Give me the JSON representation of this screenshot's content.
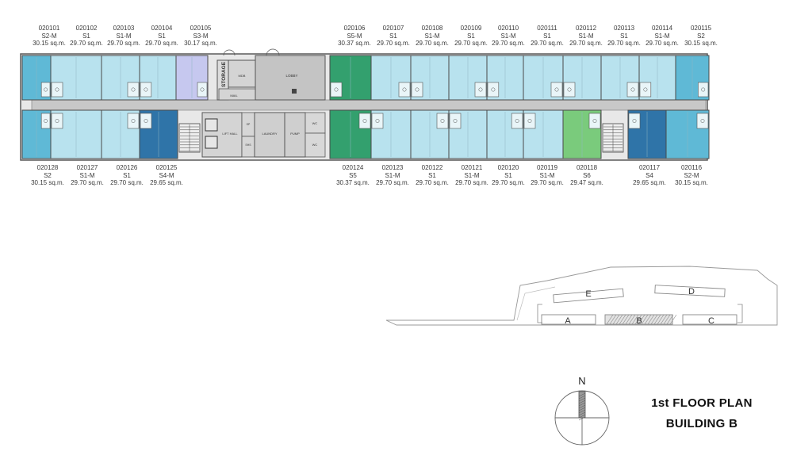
{
  "colors": {
    "S1": "#b8e2ee",
    "S2": "#5fb9d6",
    "S4": "#2f74a8",
    "S5": "#33a06e",
    "S6": "#7acb7c",
    "S3": "#c6c8ef",
    "wall": "#5a5a5a",
    "corridor": "#c8c8c8",
    "service": "#cfcfcf"
  },
  "top_units": [
    {
      "code": "020101",
      "type": "S2-M",
      "area": "30.15 sq.m."
    },
    {
      "code": "020102",
      "type": "S1",
      "area": "29.70 sq.m."
    },
    {
      "code": "020103",
      "type": "S1-M",
      "area": "29.70 sq.m."
    },
    {
      "code": "020104",
      "type": "S1",
      "area": "29.70 sq.m."
    },
    {
      "code": "020105",
      "type": "S3-M",
      "area": "30.17 sq.m."
    },
    {
      "code": "020106",
      "type": "S5-M",
      "area": "30.37 sq.m."
    },
    {
      "code": "020107",
      "type": "S1",
      "area": "29.70 sq.m."
    },
    {
      "code": "020108",
      "type": "S1-M",
      "area": "29.70 sq.m."
    },
    {
      "code": "020109",
      "type": "S1",
      "area": "29.70 sq.m."
    },
    {
      "code": "020110",
      "type": "S1-M",
      "area": "29.70 sq.m."
    },
    {
      "code": "020111",
      "type": "S1",
      "area": "29.70 sq.m."
    },
    {
      "code": "020112",
      "type": "S1-M",
      "area": "29.70 sq.m."
    },
    {
      "code": "020113",
      "type": "S1",
      "area": "29.70 sq.m."
    },
    {
      "code": "020114",
      "type": "S1-M",
      "area": "29.70 sq.m."
    },
    {
      "code": "020115",
      "type": "S2",
      "area": "30.15 sq.m."
    }
  ],
  "bottom_units": [
    {
      "code": "020128",
      "type": "S2",
      "area": "30.15 sq.m."
    },
    {
      "code": "020127",
      "type": "S1-M",
      "area": "29.70 sq.m."
    },
    {
      "code": "020126",
      "type": "S1",
      "area": "29.70 sq.m."
    },
    {
      "code": "020125",
      "type": "S4-M",
      "area": "29.65 sq.m."
    },
    {
      "code": "020124",
      "type": "S5",
      "area": "30.37 sq.m."
    },
    {
      "code": "020123",
      "type": "S1-M",
      "area": "29.70 sq.m."
    },
    {
      "code": "020122",
      "type": "S1",
      "area": "29.70 sq.m."
    },
    {
      "code": "020121",
      "type": "S1-M",
      "area": "29.70 sq.m."
    },
    {
      "code": "020120",
      "type": "S1",
      "area": "29.70 sq.m."
    },
    {
      "code": "020119",
      "type": "S1-M",
      "area": "29.70 sq.m."
    },
    {
      "code": "020118",
      "type": "S6",
      "area": "29.47 sq.m."
    },
    {
      "code": "020117",
      "type": "S4",
      "area": "29.65 sq.m."
    },
    {
      "code": "020116",
      "type": "S2-M",
      "area": "30.15 sq.m."
    }
  ],
  "rooms": {
    "storage": "STORAGE",
    "mdb": "MDB",
    "mail": "MAIL",
    "lobby": "LOBBY",
    "lift_hall": "LIFT HALL",
    "laundry": "LAUNDRY",
    "pump": "PUMP",
    "wc1": "WC",
    "wc2": "WC",
    "small1": "SP",
    "small2": "SHS"
  },
  "site": {
    "buildings": [
      "A",
      "B",
      "C",
      "D",
      "E"
    ]
  },
  "compass": {
    "north": "N"
  },
  "title": {
    "line1": "1st FLOOR PLAN",
    "line2": "BUILDING B"
  }
}
